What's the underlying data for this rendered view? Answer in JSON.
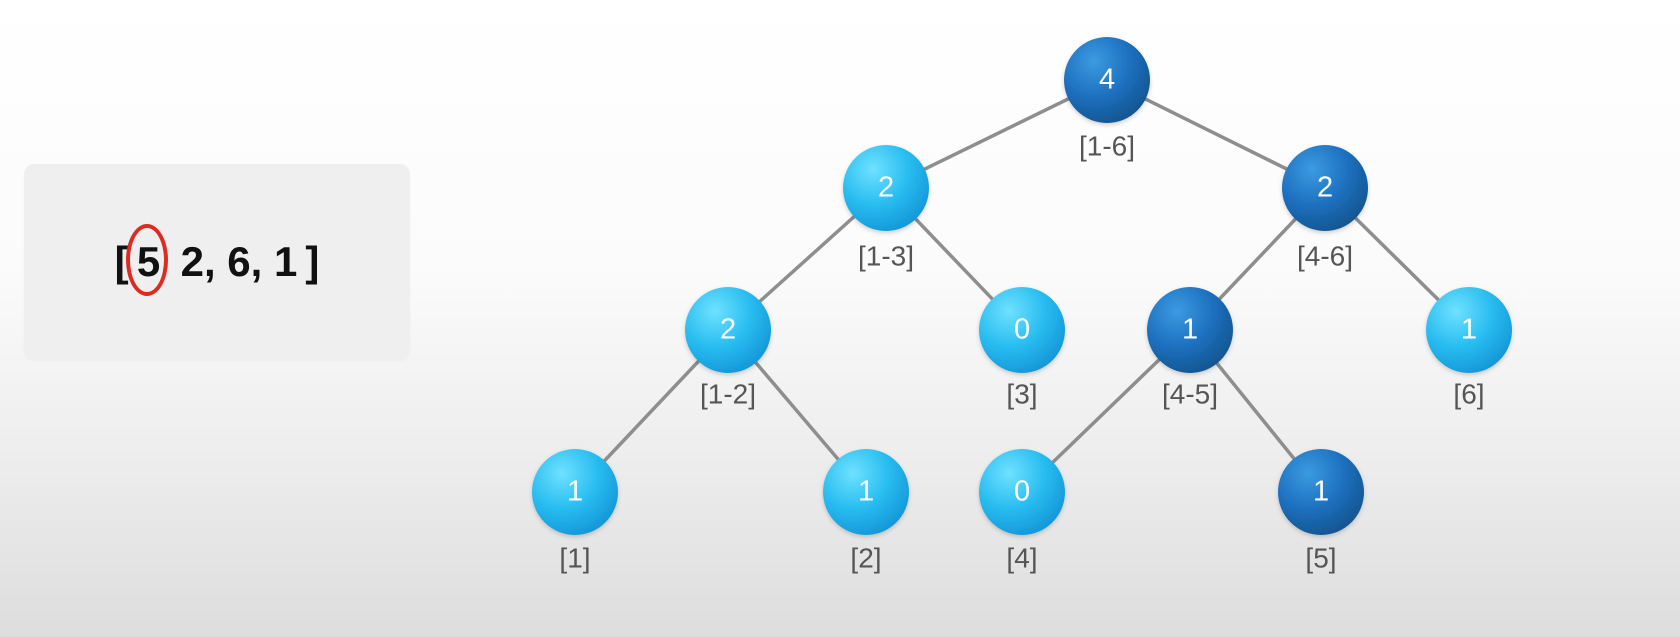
{
  "array": {
    "open": "[",
    "first": "5",
    "rest": "2, 6, 1",
    "close": "]",
    "highlight_color": "#dc2c22"
  },
  "tree": {
    "colors": {
      "light": "#2fb6ec",
      "dark": "#1967b4",
      "edge": "#8e8e8e",
      "range_text": "#555555"
    },
    "nodes": [
      {
        "id": "n1-6",
        "value": "4",
        "range": "[1-6]",
        "tone": "dark"
      },
      {
        "id": "n1-3",
        "value": "2",
        "range": "[1-3]",
        "tone": "light"
      },
      {
        "id": "n4-6",
        "value": "2",
        "range": "[4-6]",
        "tone": "dark"
      },
      {
        "id": "n1-2",
        "value": "2",
        "range": "[1-2]",
        "tone": "light"
      },
      {
        "id": "n3",
        "value": "0",
        "range": "[3]",
        "tone": "light"
      },
      {
        "id": "n4-5",
        "value": "1",
        "range": "[4-5]",
        "tone": "dark"
      },
      {
        "id": "n6",
        "value": "1",
        "range": "[6]",
        "tone": "light"
      },
      {
        "id": "n1",
        "value": "1",
        "range": "[1]",
        "tone": "light"
      },
      {
        "id": "n2",
        "value": "1",
        "range": "[2]",
        "tone": "light"
      },
      {
        "id": "n4",
        "value": "0",
        "range": "[4]",
        "tone": "light"
      },
      {
        "id": "n5",
        "value": "1",
        "range": "[5]",
        "tone": "dark"
      }
    ]
  }
}
